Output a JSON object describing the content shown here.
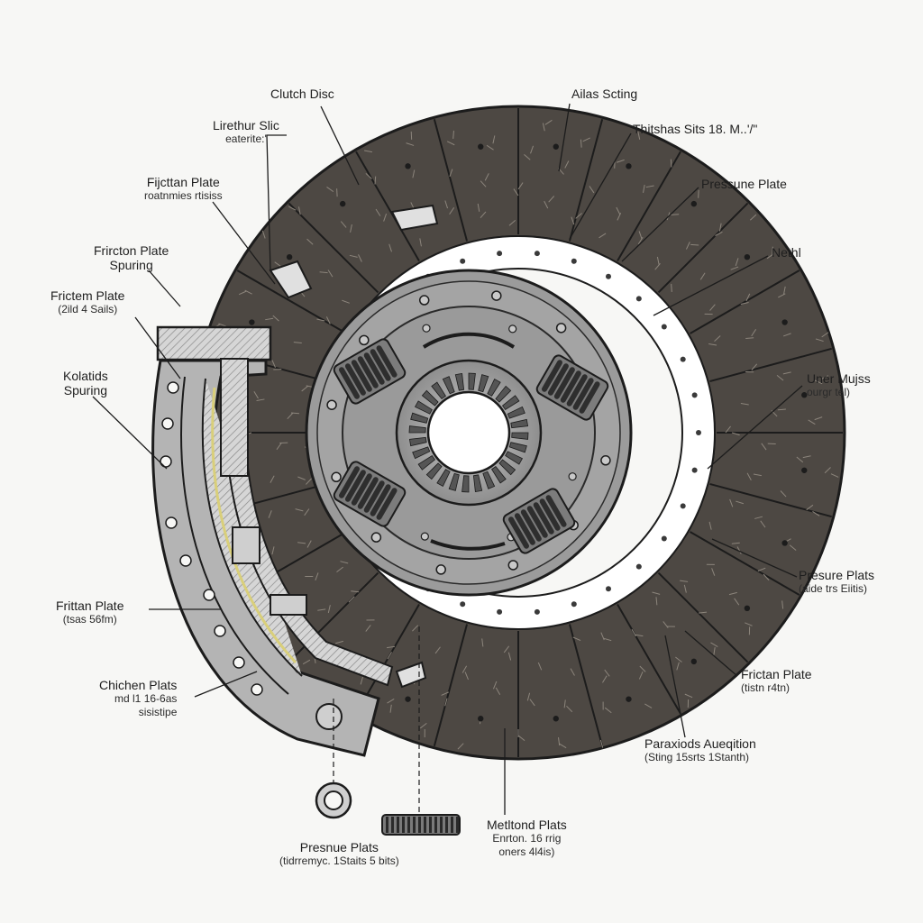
{
  "colors": {
    "background": "#f7f7f5",
    "friction_lining": "#4d4843",
    "steel": "#9b9b9b",
    "hub": "#a6a6a6",
    "outline": "#1c1c1c",
    "spring_accent": "#d9cf7a"
  },
  "labels": {
    "clutch_disc": {
      "title": "Clutch Disc"
    },
    "lirethur_slic": {
      "title": "Lirethur Slic",
      "sub": "eaterite:'"
    },
    "fijcttan_plate": {
      "title": "Fijcttan Plate",
      "sub": "roatnmies rtisiss"
    },
    "frircton_plate_spuring": {
      "title": "Frircton Plate",
      "sub": "Spuring"
    },
    "frictem_plate": {
      "title": "Frictem Plate",
      "sub": "(2ild 4 Sails)"
    },
    "kolatids_spuring": {
      "title": "Kolatids",
      "sub": "Spuring"
    },
    "frittan_plate": {
      "title": "Frittan Plate",
      "sub": "(tsas 56fm)"
    },
    "chichen_plats": {
      "title": "Chichen Plats",
      "sub": "md l1 16-6as",
      "sub2": "sisistipe"
    },
    "presnue_plats_bottom": {
      "title": "Presnue Plats",
      "sub": "(tidrremyc. 1Staits 5 bits)"
    },
    "metltond_plats": {
      "title": "Metltond Plats",
      "sub": "Enrton. 16 rrig",
      "sub2": "oners 4l4is)"
    },
    "ailas_scting": {
      "title": "Ailas Scting"
    },
    "thitshas_sits": {
      "title": "Thitshas Sits 18. M..'/\""
    },
    "pressure_plate_top": {
      "title": "Pressune Plate"
    },
    "nethl": {
      "title": "Nethl"
    },
    "uner_mujss": {
      "title": "Uner Mujss",
      "sub": "ourgr tel)"
    },
    "presure_plats": {
      "title": "Presure Plats",
      "sub": "(aide trs Eiitis)"
    },
    "frictan_plate_right": {
      "title": "Frictan Plate",
      "sub": "(tistn r4tn)"
    },
    "paraxiods_auegition": {
      "title": "Paraxiods Aueqition",
      "sub": "(Sting 15srts 1Stanth)"
    }
  }
}
